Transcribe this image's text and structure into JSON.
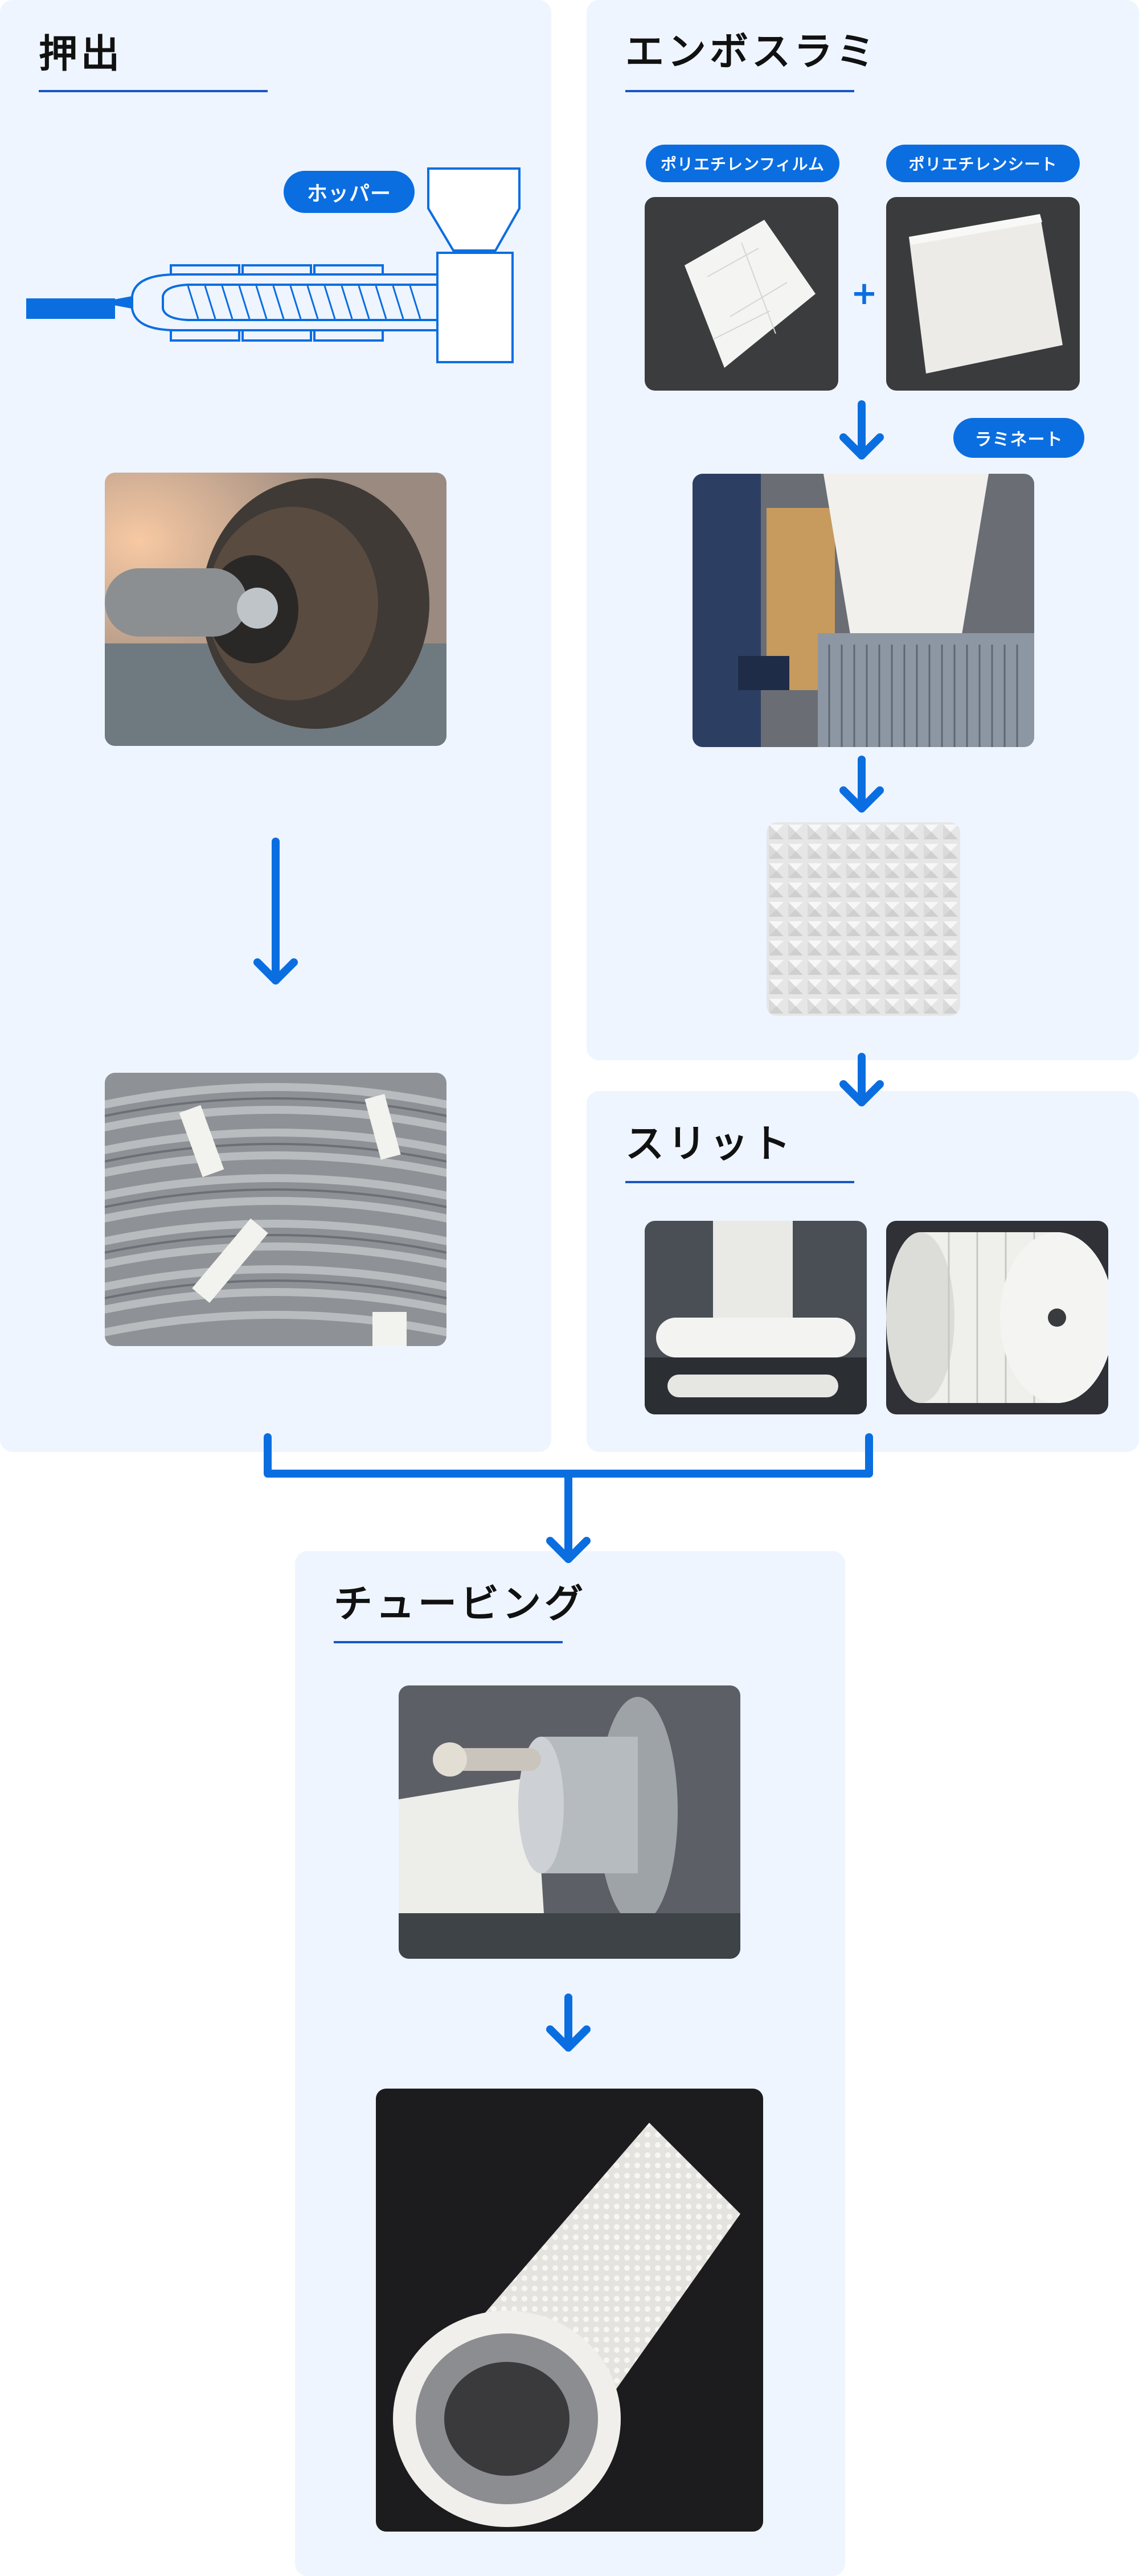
{
  "sections": {
    "extrusion": {
      "title": "押出",
      "hopper_label": "ホッパー"
    },
    "emboss": {
      "title": "エンボスラミ",
      "film_label": "ポリエチレンフィルム",
      "sheet_label": "ポリエチレンシート",
      "plus": "+",
      "laminate_label": "ラミネート"
    },
    "slit": {
      "title": "スリット"
    },
    "tubing": {
      "title": "チュービング"
    }
  },
  "colors": {
    "accent": "#0b6ee0",
    "panel": "#eef5ff",
    "underline": "#1a56c4"
  }
}
